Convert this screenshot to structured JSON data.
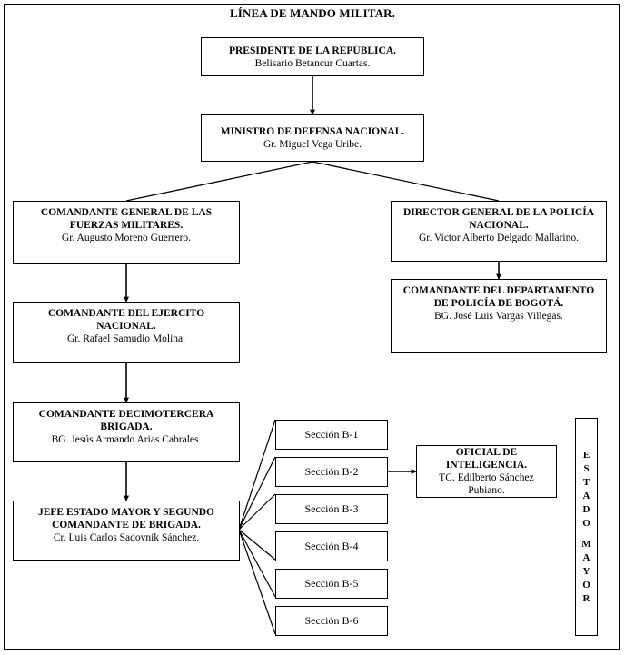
{
  "chart_data": {
    "type": "diagram",
    "title": "LÍNEA DE MANDO MILITAR.",
    "diagram_kind": "organizational-hierarchy-chart",
    "nodes": [
      {
        "id": "presidente",
        "role": "PRESIDENTE DE LA REPÚBLICA.",
        "person": "Belisario Betancur Cuartas."
      },
      {
        "id": "ministro",
        "role": "MINISTRO DE DEFENSA NACIONAL.",
        "person": "Gr. Miguel Vega Uribe."
      },
      {
        "id": "comandante-ffmm",
        "role": "COMANDANTE GENERAL DE LAS FUERZAS MILITARES.",
        "person": "Gr. Augusto Moreno Guerrero."
      },
      {
        "id": "director-policia",
        "role": "DIRECTOR GENERAL DE LA POLICÍA NACIONAL.",
        "person": "Gr. Victor Alberto Delgado Mallarino."
      },
      {
        "id": "comandante-ejercito",
        "role": "COMANDANTE DEL EJERCITO NACIONAL.",
        "person": "Gr. Rafael Samudio Molina."
      },
      {
        "id": "comandante-depto-policia",
        "role": "COMANDANTE DEL DEPARTAMENTO DE POLICÍA DE BOGOTÁ.",
        "person": "BG. José Luis Vargas Villegas."
      },
      {
        "id": "comandante-brigada",
        "role": "COMANDANTE DECIMOTERCERA BRIGADA.",
        "person": "BG. Jesús Armando Arias Cabrales."
      },
      {
        "id": "jefe-estado-mayor",
        "role": "JEFE ESTADO MAYOR Y SEGUNDO COMANDANTE DE BRIGADA.",
        "person": "Cr. Luis Carlos Sadovnik Sánchez."
      },
      {
        "id": "oficial-inteligencia",
        "role": "OFICIAL DE INTELIGENCIA.",
        "person": "TC. Edilberto Sánchez Pubiano."
      }
    ],
    "sections": [
      {
        "id": "seccion-b1",
        "label": "Sección B-1"
      },
      {
        "id": "seccion-b2",
        "label": "Sección B-2"
      },
      {
        "id": "seccion-b3",
        "label": "Sección B-3"
      },
      {
        "id": "seccion-b4",
        "label": "Sección B-4"
      },
      {
        "id": "seccion-b5",
        "label": "Sección B-5"
      },
      {
        "id": "seccion-b6",
        "label": "Sección B-6"
      }
    ],
    "side_panel": {
      "id": "estado-mayor",
      "word_top": "ESTADO",
      "word_bottom": "MAYOR"
    },
    "edges": [
      {
        "from": "presidente",
        "to": "ministro",
        "style": "arrow"
      },
      {
        "from": "ministro",
        "to": "comandante-ffmm",
        "style": "line"
      },
      {
        "from": "ministro",
        "to": "director-policia",
        "style": "line"
      },
      {
        "from": "comandante-ffmm",
        "to": "comandante-ejercito",
        "style": "arrow"
      },
      {
        "from": "director-policia",
        "to": "comandante-depto-policia",
        "style": "arrow"
      },
      {
        "from": "comandante-ejercito",
        "to": "comandante-brigada",
        "style": "arrow"
      },
      {
        "from": "comandante-brigada",
        "to": "jefe-estado-mayor",
        "style": "arrow"
      },
      {
        "from": "jefe-estado-mayor",
        "to": "seccion-b1",
        "style": "line"
      },
      {
        "from": "jefe-estado-mayor",
        "to": "seccion-b2",
        "style": "line"
      },
      {
        "from": "jefe-estado-mayor",
        "to": "seccion-b3",
        "style": "line"
      },
      {
        "from": "jefe-estado-mayor",
        "to": "seccion-b4",
        "style": "line"
      },
      {
        "from": "jefe-estado-mayor",
        "to": "seccion-b5",
        "style": "line"
      },
      {
        "from": "jefe-estado-mayor",
        "to": "seccion-b6",
        "style": "line"
      },
      {
        "from": "seccion-b2",
        "to": "oficial-inteligencia",
        "style": "arrow"
      }
    ],
    "colors": {
      "line": "#000000",
      "box_fill": "#ffffff",
      "text": "#000000",
      "background": "#ffffff"
    }
  }
}
